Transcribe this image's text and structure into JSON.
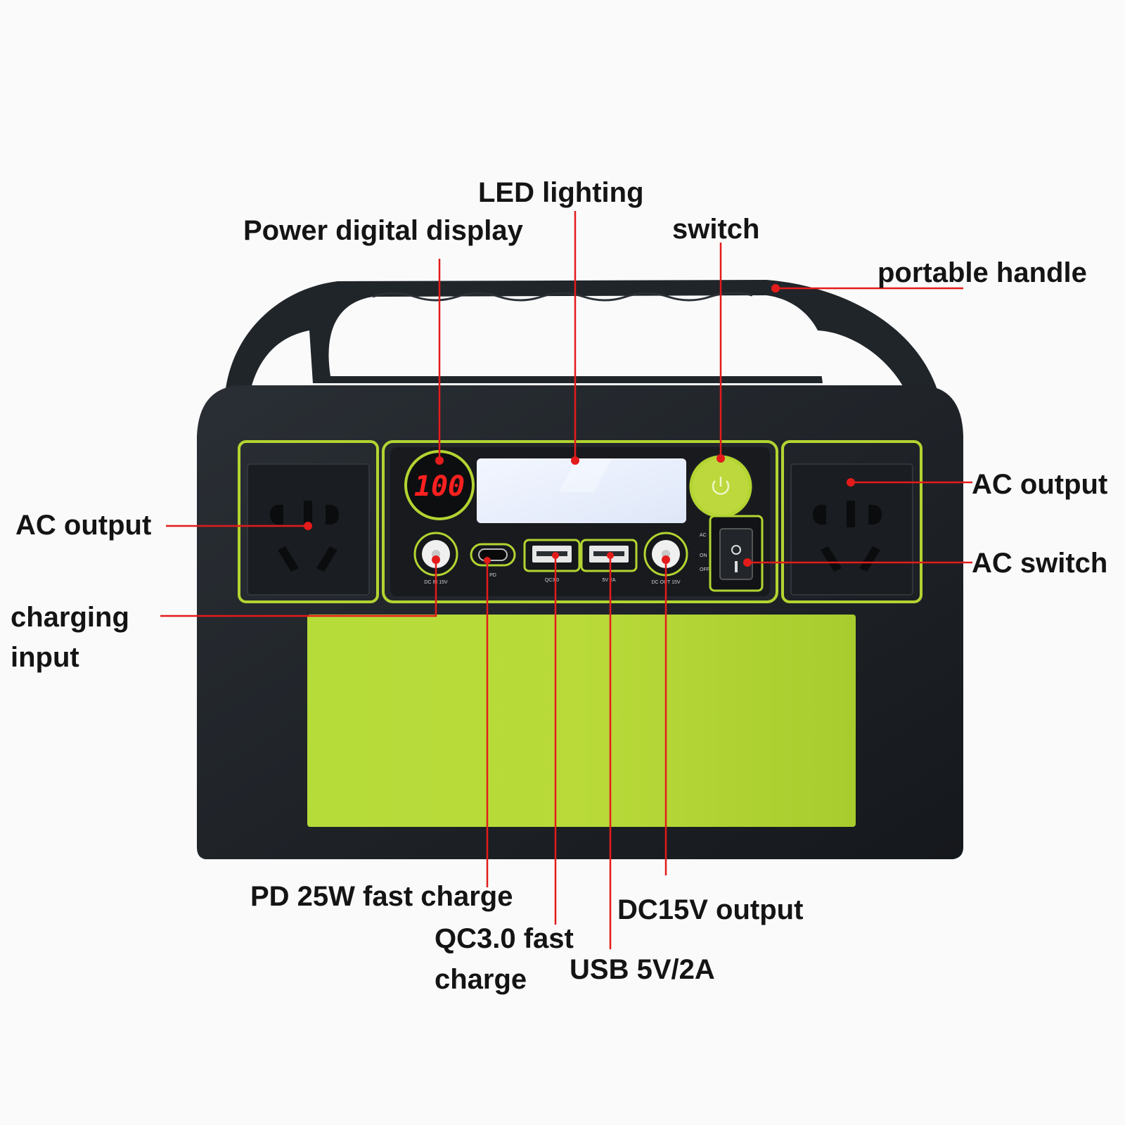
{
  "labels": {
    "led_lighting": "LED lighting",
    "power_digital_display": "Power digital display",
    "switch": "switch",
    "portable_handle": "portable handle",
    "ac_output_left": "AC output",
    "ac_output_right": "AC output",
    "ac_switch": "AC switch",
    "charging_input_line1": "charging",
    "charging_input_line2": "input",
    "pd_fast_charge": "PD 25W fast charge",
    "qc_fast_charge_line1": "QC3.0 fast",
    "qc_fast_charge_line2": "charge",
    "usb_5v2a": "USB 5V/2A",
    "dc15v_output": "DC15V output"
  },
  "device": {
    "display_reading": "100",
    "port_labels": {
      "dc_in": "DC IN 15V",
      "pd": "PD",
      "qc": "QC3.0",
      "usb": "5V 2A",
      "dc_out": "DC OUT 15V",
      "ac_switch_ac": "AC",
      "ac_switch_on": "ON",
      "ac_switch_off": "OFF"
    }
  },
  "colors": {
    "body": "#1e2227",
    "accent_green": "#b3d431",
    "leader_red": "#e41b1b",
    "display_red": "#ff2020"
  }
}
